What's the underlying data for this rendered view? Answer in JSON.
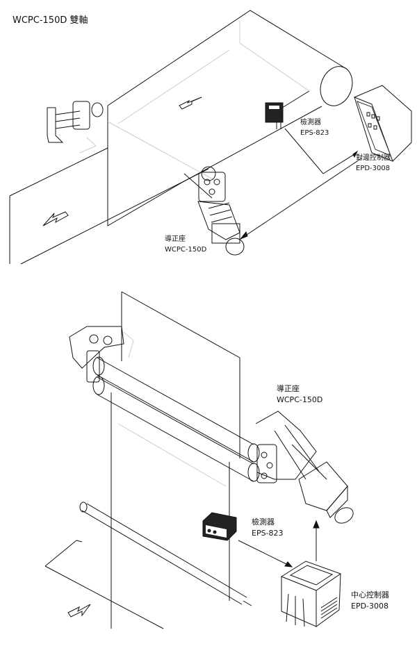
{
  "title": "WCPC-150D 雙軸",
  "top_diagram": {
    "sensor": {
      "name": "檢測器",
      "model": "EPS-823"
    },
    "controller": {
      "name": "對邊控制器",
      "model": "EPD-3008"
    },
    "guider": {
      "name": "導正座",
      "model": "WCPC-150D"
    }
  },
  "bottom_diagram": {
    "guider": {
      "name": "導正座",
      "model": "WCPC-150D"
    },
    "sensor": {
      "name": "檢測器",
      "model": "EPS-823"
    },
    "controller": {
      "name": "中心控制器",
      "model": "EPD-3008"
    }
  },
  "colors": {
    "line": "#111111",
    "faint": "#cccccc",
    "background": "#ffffff"
  }
}
